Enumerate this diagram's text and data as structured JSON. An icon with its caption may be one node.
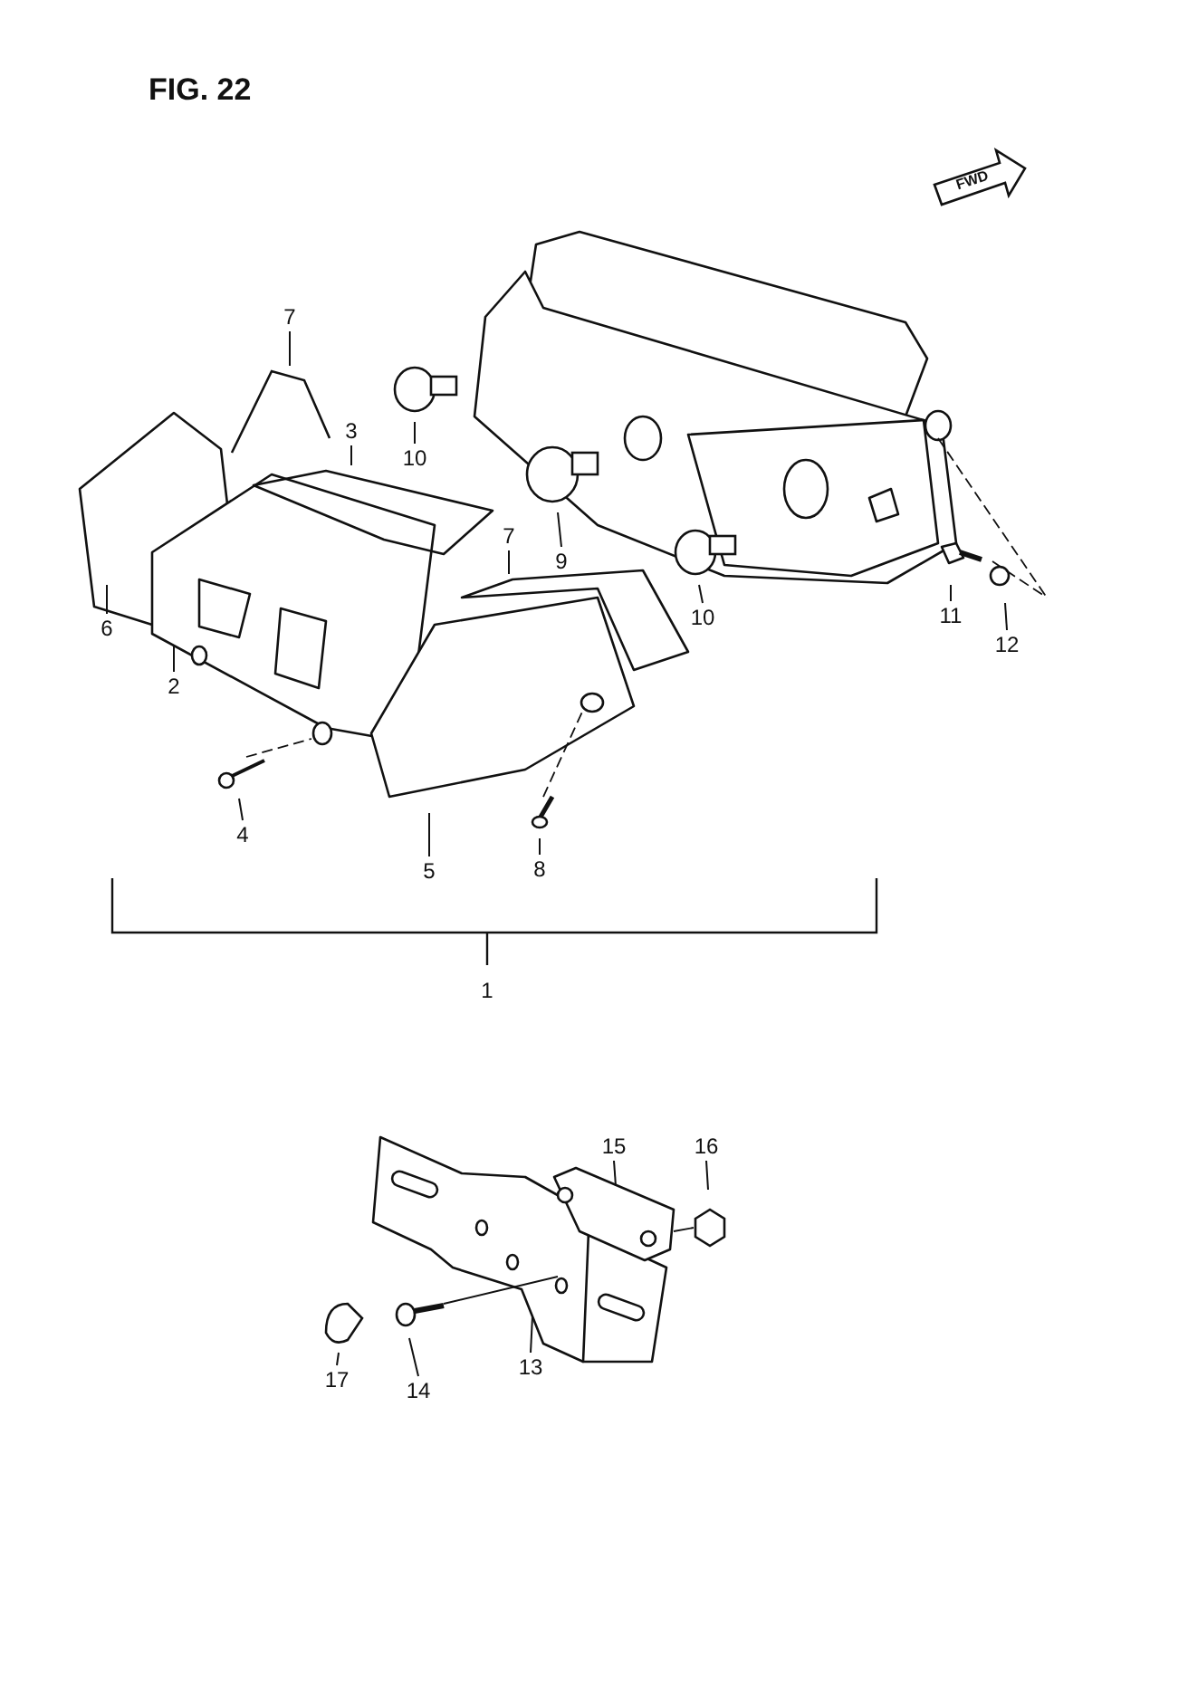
{
  "diagram": {
    "title": "FIG. 22",
    "nodes": [
      {
        "text": [
          "7"
        ]
      },
      {
        "text": [
          "3"
        ]
      },
      {
        "text": [
          "10"
        ]
      },
      {
        "text": [
          "9"
        ]
      },
      {
        "text": [
          "7"
        ]
      },
      {
        "text": [
          "10"
        ]
      },
      {
        "text": [
          "11"
        ]
      },
      {
        "text": [
          "12"
        ]
      },
      {
        "text": [
          "6"
        ]
      },
      {
        "text": [
          "2"
        ]
      },
      {
        "text": [
          "4"
        ]
      },
      {
        "text": [
          "5"
        ]
      },
      {
        "text": [
          "8"
        ]
      },
      {
        "text": [
          "15"
        ]
      },
      {
        "text": [
          "16"
        ]
      },
      {
        "text": [
          "13"
        ]
      },
      {
        "text": [
          "17"
        ]
      },
      {
        "text": [
          "14"
        ]
      }
    ],
    "edges": [
      {
        "from": 0,
        "to": null,
        "arrow": "none"
      },
      {
        "from": 1,
        "to": null,
        "arrow": "none"
      },
      {
        "from": 2,
        "to": null,
        "arrow": "none"
      },
      {
        "from": 3,
        "to": null,
        "arrow": "none"
      },
      {
        "from": 4,
        "to": null,
        "arrow": "none"
      },
      {
        "from": 5,
        "to": null,
        "arrow": "none"
      },
      {
        "from": 6,
        "to": null,
        "arrow": "none"
      },
      {
        "from": 7,
        "to": null,
        "arrow": "none"
      },
      {
        "from": 8,
        "to": null,
        "arrow": "none"
      },
      {
        "from": 9,
        "to": null,
        "arrow": "none"
      },
      {
        "from": 10,
        "to": null,
        "arrow": "none"
      },
      {
        "from": 11,
        "to": null,
        "arrow": "none"
      },
      {
        "from": 12,
        "to": null,
        "arrow": "none"
      },
      {
        "from": 13,
        "to": null,
        "arrow": "none"
      },
      {
        "from": 14,
        "to": null,
        "arrow": "none"
      },
      {
        "from": 15,
        "to": null,
        "arrow": "none"
      },
      {
        "from": 16,
        "to": null,
        "arrow": "none"
      },
      {
        "from": 17,
        "to": null,
        "arrow": "none"
      }
    ],
    "labels": [
      "FWD",
      "1"
    ]
  }
}
